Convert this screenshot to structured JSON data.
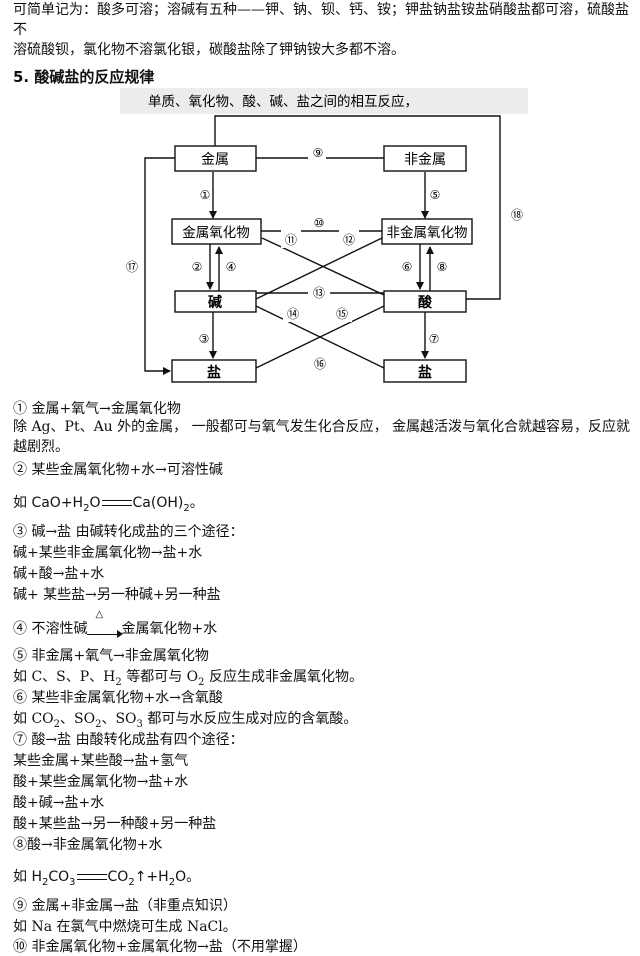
{
  "intro": {
    "line1": "可简单记为：酸多可溶；溶碱有五种——钾、钠、钡、钙、铵；钾盐钠盐铵盐硝酸盐都可溶，硫酸盐不",
    "line2": "溶硫酸钡，氯化物不溶氯化银，碳酸盐除了钾钠铵大多都不溶。"
  },
  "heading": "5.  酸碱盐的反应规律",
  "diagram": {
    "title": "单质、氧化物、酸、碱、盐之间的相互反应，",
    "boxes": {
      "metal": "金属",
      "nonmetal": "非金属",
      "metal_oxide": "金属氧化物",
      "nonmetal_oxide": "非金属氧化物",
      "base": "碱",
      "acid": "酸",
      "salt_left": "盐",
      "salt_right": "盐"
    },
    "markers": {
      "m1": "①",
      "m2": "②",
      "m3": "③",
      "m4": "④",
      "m5": "⑤",
      "m6": "⑥",
      "m7": "⑦",
      "m8": "⑧",
      "m9": "⑨",
      "m10": "⑩",
      "m11": "⑪",
      "m12": "⑫",
      "m13": "⑬",
      "m14": "⑭",
      "m15": "⑮",
      "m16": "⑯",
      "m17": "⑰",
      "m18": "⑱"
    }
  },
  "rules": {
    "r1": "①  金属+氧气→金属氧化物",
    "r1_note": "除 Ag、Pt、Au 外的金属，  一般都可与氧气发生化合反应，  金属越活泼与氧化合就越容易，反应就越剧烈。",
    "r2": "②  某些金属氧化物+水→可溶性碱",
    "r2_ex_prefix": "如 CaO+H",
    "r2_ex_sub": "2",
    "r2_ex_mid": "O",
    "r2_ex_product": "Ca(OH)",
    "r2_ex_product_sub": "2",
    "r2_ex_end": "。",
    "r3": "③  碱→盐          由碱转化成盐的三个途径：",
    "r3_a": "碱+某些非金属氧化物→盐+水",
    "r3_b": "碱+酸→盐+水",
    "r3_c": "碱+  某些盐→另一种碱+另一种盐",
    "r4_prefix": "④  不溶性碱",
    "r4_heat": "△",
    "r4_suffix": "金属氧化物+水",
    "r5": "⑤  非金属+氧气→非金属氧化物",
    "r5_note_a": "如 C、S、P、H",
    "r5_note_sub1": "2",
    "r5_note_b": " 等都可与 O",
    "r5_note_sub2": "2",
    "r5_note_c": " 反应生成非金属氧化物。",
    "r6": "⑥  某些非金属氧化物+水→含氧酸",
    "r6_note_a": "如 CO",
    "r6_note_sub1": "2",
    "r6_note_b": "、SO",
    "r6_note_sub2": "2",
    "r6_note_c": "、SO",
    "r6_note_sub3": "3",
    "r6_note_d": " 都可与水反应生成对应的含氧酸。",
    "r7": "⑦  酸→盐          由酸转化成盐有四个途径：",
    "r7_a": "某些金属+某些酸→盐+氢气",
    "r7_b": "酸+某些金属氧化物→盐+水",
    "r7_c": "酸+碱→盐+水",
    "r7_d": "酸+某些盐→另一种酸+另一种盐",
    "r8": "⑧酸→非金属氧化物+水",
    "r8_ex_prefix": "如 H",
    "r8_ex_sub1": "2",
    "r8_ex_mid": "CO",
    "r8_ex_sub2": "3",
    "r8_ex_product": "CO",
    "r8_ex_product_sub": "2",
    "r8_ex_end": "↑+H",
    "r8_ex_sub3": "2",
    "r8_ex_tail": "O。",
    "r9": "⑨  金属+非金属→盐（非重点知识）",
    "r9_note": "如 Na 在氯气中燃烧可生成 NaCl。",
    "r10": "⑩  非金属氧化物+金属氧化物→盐（不用掌握）"
  }
}
